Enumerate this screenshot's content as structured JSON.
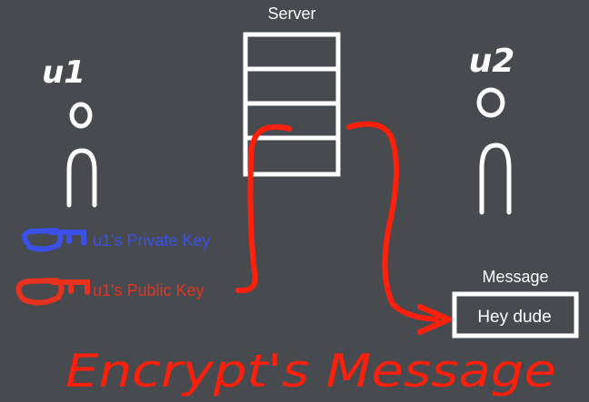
{
  "server": {
    "label": "Server"
  },
  "user1": {
    "label": "u1"
  },
  "user2": {
    "label": "u2"
  },
  "keys": {
    "private_label": "u1's Private Key",
    "public_label": "u1's Public Key"
  },
  "message": {
    "title": "Message",
    "text": "Hey dude"
  },
  "annotation": "Encrypt's Message",
  "colors": {
    "background": "#474a4e",
    "ink": "#ffffff",
    "private_key": "#3a50e6",
    "public_key": "#e8321e"
  }
}
